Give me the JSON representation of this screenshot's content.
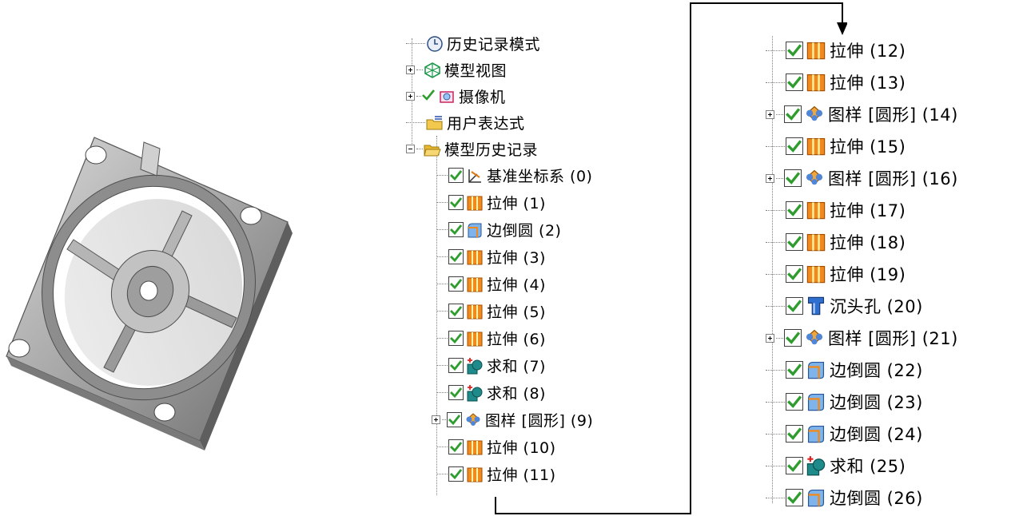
{
  "left_tree": {
    "items": [
      {
        "label": "历史记录模式",
        "icon": "clock-icon",
        "expander": "none",
        "checked": false,
        "indent": 0
      },
      {
        "label": "模型视图",
        "icon": "model-view-icon",
        "expander": "plus",
        "checked": false,
        "indent": 0
      },
      {
        "label": "摄像机",
        "icon": "camera-icon",
        "expander": "plus",
        "checked": true,
        "indent": 0
      },
      {
        "label": "用户表达式",
        "icon": "folder-expr-icon",
        "expander": "none",
        "checked": false,
        "indent": 0
      },
      {
        "label": "模型历史记录",
        "icon": "folder-open-icon",
        "expander": "minus",
        "checked": false,
        "indent": 0
      },
      {
        "label": "基准坐标系 (0)",
        "icon": "datum-csys-icon",
        "expander": "none",
        "checked": true,
        "indent": 1
      },
      {
        "label": "拉伸 (1)",
        "icon": "extrude-icon",
        "expander": "none",
        "checked": true,
        "indent": 1
      },
      {
        "label": "边倒圆 (2)",
        "icon": "edge-blend-icon",
        "expander": "none",
        "checked": true,
        "indent": 1
      },
      {
        "label": "拉伸 (3)",
        "icon": "extrude-icon",
        "expander": "none",
        "checked": true,
        "indent": 1
      },
      {
        "label": "拉伸 (4)",
        "icon": "extrude-icon",
        "expander": "none",
        "checked": true,
        "indent": 1
      },
      {
        "label": "拉伸 (5)",
        "icon": "extrude-icon",
        "expander": "none",
        "checked": true,
        "indent": 1
      },
      {
        "label": "拉伸 (6)",
        "icon": "extrude-icon",
        "expander": "none",
        "checked": true,
        "indent": 1
      },
      {
        "label": "求和 (7)",
        "icon": "unite-icon",
        "expander": "none",
        "checked": true,
        "indent": 1
      },
      {
        "label": "求和 (8)",
        "icon": "unite-icon",
        "expander": "none",
        "checked": true,
        "indent": 1
      },
      {
        "label": "图样 [圆形] (9)",
        "icon": "pattern-icon",
        "expander": "plus",
        "checked": true,
        "indent": 1
      },
      {
        "label": "拉伸 (10)",
        "icon": "extrude-icon",
        "expander": "none",
        "checked": true,
        "indent": 1
      },
      {
        "label": "拉伸 (11)",
        "icon": "extrude-icon",
        "expander": "none",
        "checked": true,
        "indent": 1
      }
    ]
  },
  "right_tree": {
    "items": [
      {
        "label": "拉伸 (12)",
        "icon": "extrude-icon",
        "expander": "none",
        "checked": true
      },
      {
        "label": "拉伸 (13)",
        "icon": "extrude-icon",
        "expander": "none",
        "checked": true
      },
      {
        "label": "图样 [圆形] (14)",
        "icon": "pattern-icon",
        "expander": "plus",
        "checked": true
      },
      {
        "label": "拉伸 (15)",
        "icon": "extrude-icon",
        "expander": "none",
        "checked": true
      },
      {
        "label": "图样 [圆形] (16)",
        "icon": "pattern-icon",
        "expander": "plus",
        "checked": true
      },
      {
        "label": "拉伸 (17)",
        "icon": "extrude-icon",
        "expander": "none",
        "checked": true
      },
      {
        "label": "拉伸 (18)",
        "icon": "extrude-icon",
        "expander": "none",
        "checked": true
      },
      {
        "label": "拉伸 (19)",
        "icon": "extrude-icon",
        "expander": "none",
        "checked": true
      },
      {
        "label": "沉头孔 (20)",
        "icon": "counterbore-hole-icon",
        "expander": "none",
        "checked": true
      },
      {
        "label": "图样 [圆形] (21)",
        "icon": "pattern-icon",
        "expander": "plus",
        "checked": true
      },
      {
        "label": "边倒圆 (22)",
        "icon": "edge-blend-icon",
        "expander": "none",
        "checked": true
      },
      {
        "label": "边倒圆 (23)",
        "icon": "edge-blend-icon",
        "expander": "none",
        "checked": true
      },
      {
        "label": "边倒圆 (24)",
        "icon": "edge-blend-icon",
        "expander": "none",
        "checked": true
      },
      {
        "label": "求和 (25)",
        "icon": "unite-icon",
        "expander": "none",
        "checked": true
      },
      {
        "label": "边倒圆 (26)",
        "icon": "edge-blend-icon",
        "expander": "none",
        "checked": true
      }
    ]
  },
  "colors": {
    "check": "#2e9d2e",
    "extrude": "#f08a1c",
    "folder": "#f2c94c",
    "model_gray": "#a9a9a9"
  }
}
